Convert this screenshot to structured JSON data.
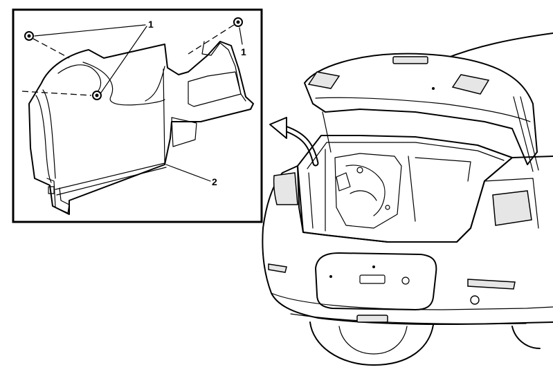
{
  "callouts": {
    "fastener_top": "1",
    "fastener_right": "1",
    "trim_panel": "2"
  }
}
